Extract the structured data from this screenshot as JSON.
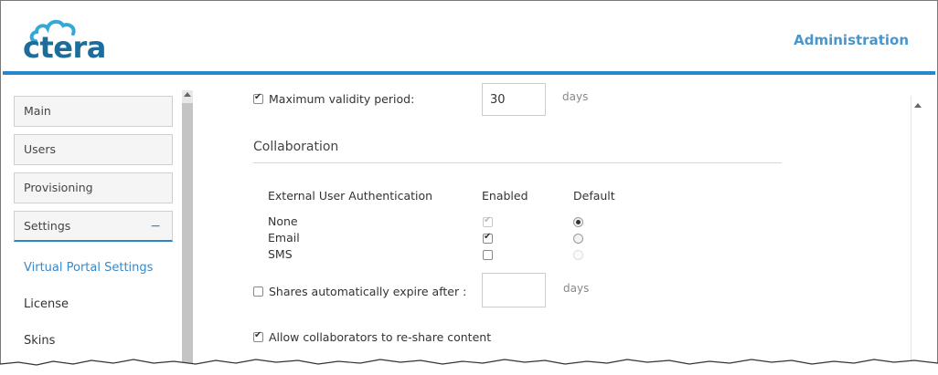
{
  "header": {
    "logo_text": "ctera",
    "admin_link": "Administration",
    "accent_color": "#2a86c8"
  },
  "sidebar": {
    "nav": [
      {
        "label": "Main"
      },
      {
        "label": "Users"
      },
      {
        "label": "Provisioning"
      },
      {
        "label": "Settings",
        "toggle": "−",
        "expanded": true
      }
    ],
    "sub_items": [
      {
        "label": "Virtual Portal Settings",
        "active": true
      },
      {
        "label": "License",
        "active": false
      },
      {
        "label": "Skins",
        "active": false
      }
    ]
  },
  "main": {
    "max_validity": {
      "label": "Maximum validity period:",
      "checked": true,
      "value": "30",
      "units": "days"
    },
    "collaboration": {
      "title": "Collaboration",
      "headers": {
        "auth": "External User Authentication",
        "enabled": "Enabled",
        "default": "Default"
      },
      "rows": [
        {
          "label": "None",
          "enabled": true,
          "enabled_disabled": true,
          "default": true,
          "default_disabled": false
        },
        {
          "label": "Email",
          "enabled": true,
          "enabled_disabled": false,
          "default": false,
          "default_disabled": false
        },
        {
          "label": "SMS",
          "enabled": false,
          "enabled_disabled": false,
          "default": false,
          "default_disabled": true
        }
      ],
      "expire": {
        "label": "Shares automatically expire after :",
        "checked": false,
        "value": "",
        "units": "days"
      },
      "reshare": {
        "label": "Allow collaborators to re-share content",
        "checked": true
      }
    }
  },
  "icons": [
    "cloud-logo-icon",
    "scroll-up-arrow-icon",
    "checkbox-icon",
    "radio-icon"
  ]
}
